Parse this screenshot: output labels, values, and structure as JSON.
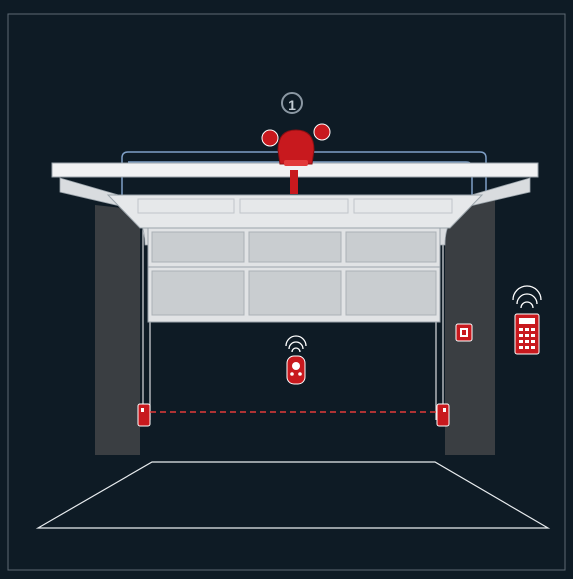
{
  "diagram": {
    "marker_label": "1",
    "colors": {
      "background": "#0e1b25",
      "frame": "#5d6a74",
      "wall": "#3a3e42",
      "door_panel": "#d9dcdf",
      "door_window": "#c5c9cc",
      "wiring": "#7fa0c7",
      "accent_red": "#c8191e",
      "beam": "#e23a3a",
      "floor_lines": "#e8ecef"
    },
    "components": [
      {
        "name": "opener-motor",
        "icon": "garage-opener-icon"
      },
      {
        "name": "photo-eye-left",
        "icon": "sensor-icon"
      },
      {
        "name": "photo-eye-right",
        "icon": "sensor-icon"
      },
      {
        "name": "wall-button",
        "icon": "wall-switch-icon"
      },
      {
        "name": "handheld-remote",
        "icon": "remote-control-icon"
      },
      {
        "name": "wireless-keypad",
        "icon": "keypad-icon"
      }
    ]
  }
}
